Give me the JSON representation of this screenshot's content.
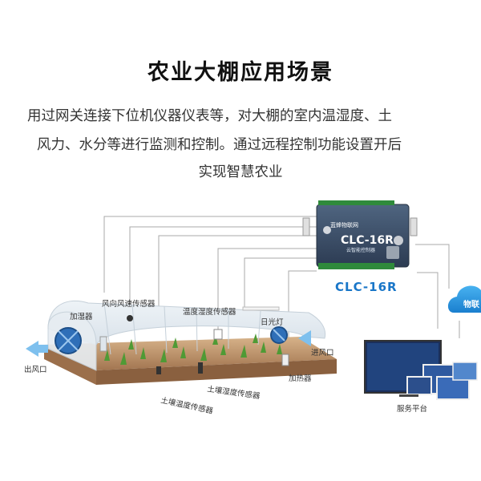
{
  "title": "农业大棚应用场景",
  "description": {
    "line1": "用过网关连接下位机仪器仪表等，对大棚的室内温湿度、土",
    "line2": "风力、水分等进行监测和控制。通过远程控制功能设置开后",
    "line3": "实现智慧农业"
  },
  "device": {
    "brand": "蓝蜂物联网",
    "model": "CLC-16R",
    "subtitle": "云智能控制器",
    "caption": "CLC-16R"
  },
  "labels": {
    "humidifier": "加湿器",
    "wind_sensor": "风向风速传感器",
    "temp_humidity_sensor": "温度湿度传感器",
    "sun_lamp": "日光灯",
    "inlet": "进风口",
    "outlet": "出风口",
    "heater": "加热器",
    "soil_temp_humidity_sensor": "土壤温度传感器",
    "soil_humidity_sensor": "土壤湿度传感器",
    "service_platform": "服务平台",
    "cloud": "物联"
  },
  "colors": {
    "cloud": "#1e90d8",
    "device": "#3c4f6b",
    "caption": "#1976c8",
    "soil": "#b88d63"
  }
}
